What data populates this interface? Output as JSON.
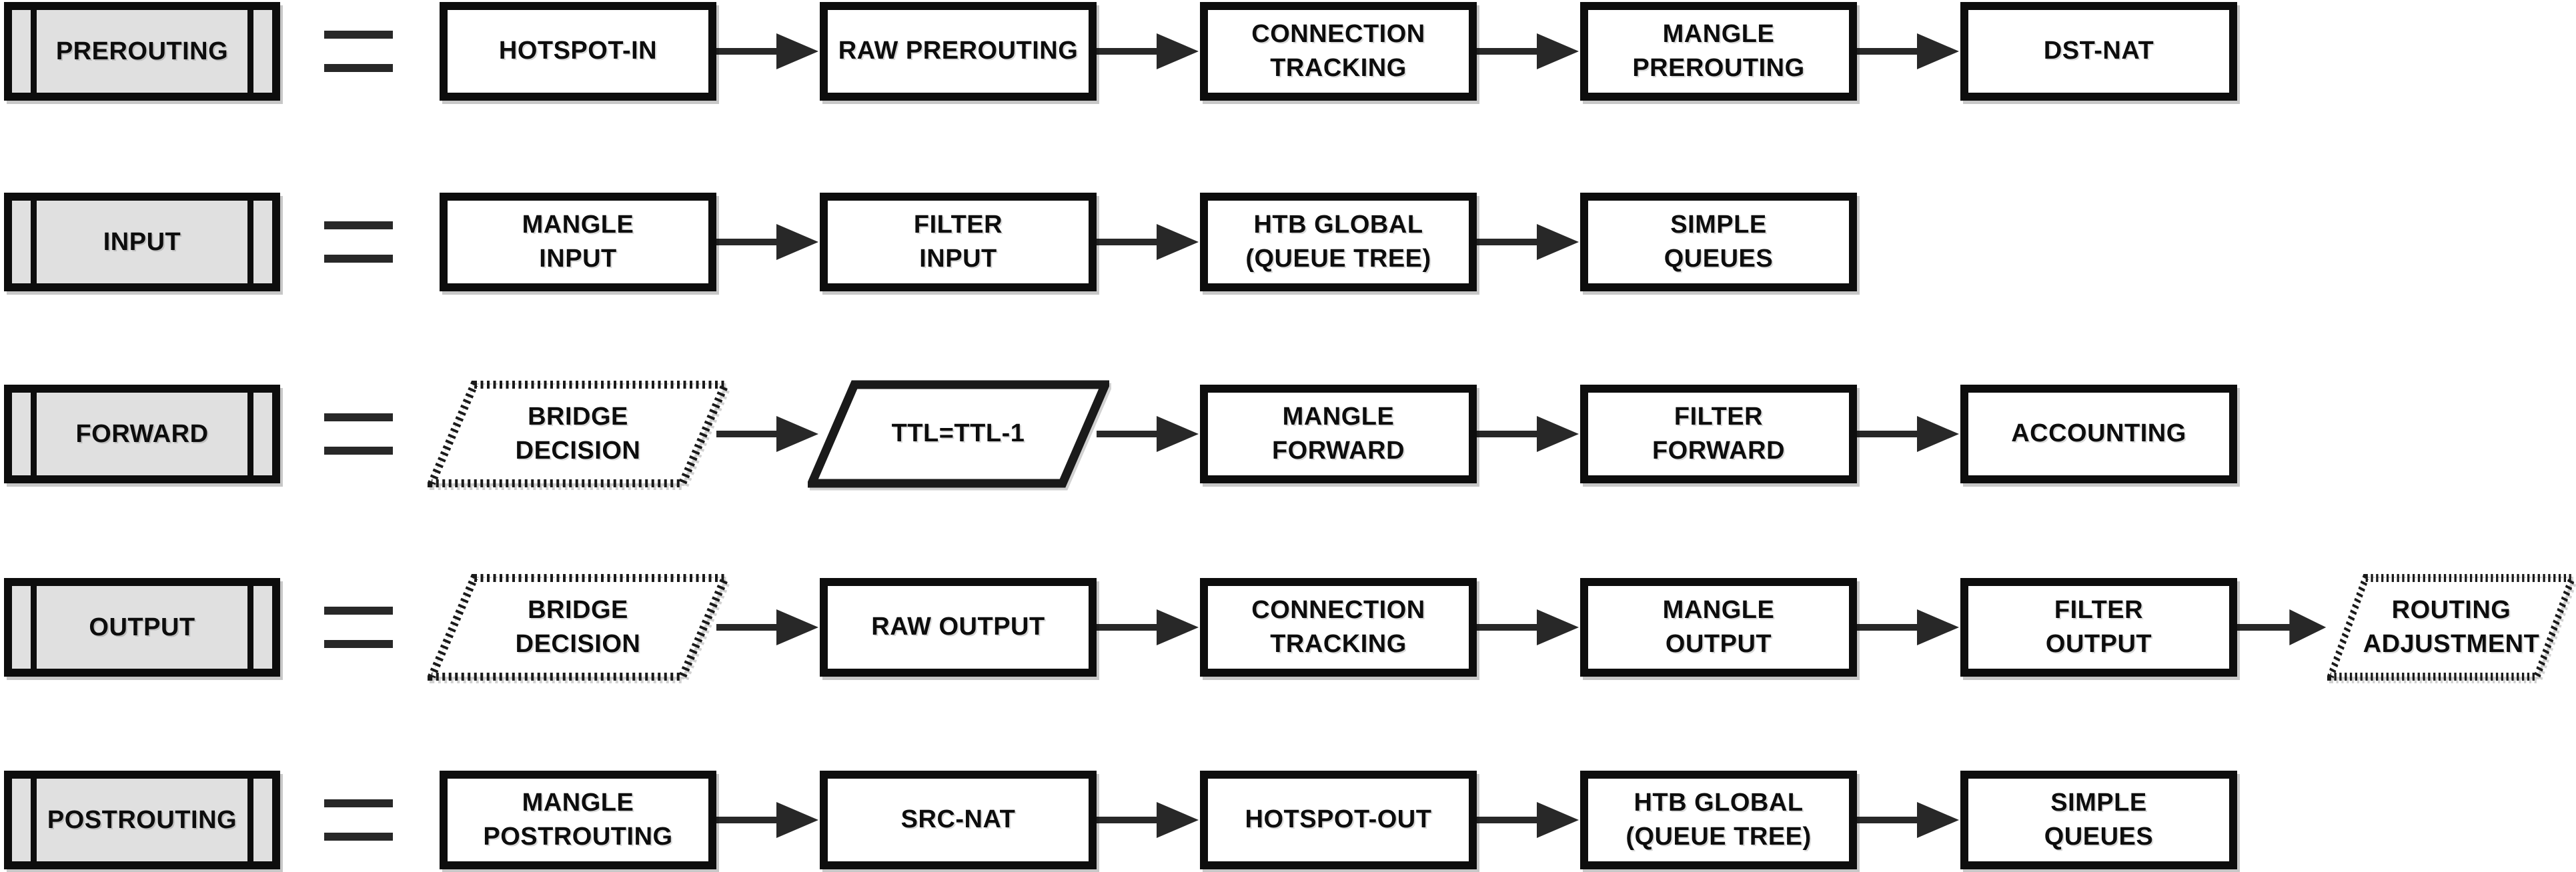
{
  "diagram": {
    "colors": {
      "background": "#ffffff",
      "chain_fill": "#e0e0e0",
      "node_fill": "#ffffff",
      "border": "#0d0d0d",
      "arrow": "#282828"
    },
    "equals_symbol": "=",
    "rows": [
      {
        "chain": "PREROUTING",
        "nodes": [
          {
            "label": "HOTSPOT-IN",
            "shape": "box"
          },
          {
            "label": "RAW PREROUTING",
            "shape": "box"
          },
          {
            "label": "CONNECTION\nTRACKING",
            "shape": "box"
          },
          {
            "label": "MANGLE\nPREROUTING",
            "shape": "box"
          },
          {
            "label": "DST-NAT",
            "shape": "box"
          }
        ]
      },
      {
        "chain": "INPUT",
        "nodes": [
          {
            "label": "MANGLE\nINPUT",
            "shape": "box"
          },
          {
            "label": "FILTER\nINPUT",
            "shape": "box"
          },
          {
            "label": "HTB GLOBAL\n(QUEUE TREE)",
            "shape": "box"
          },
          {
            "label": "SIMPLE\nQUEUES",
            "shape": "box"
          }
        ]
      },
      {
        "chain": "FORWARD",
        "nodes": [
          {
            "label": "BRIDGE\nDECISION",
            "shape": "dashed-parallelogram"
          },
          {
            "label": "TTL=TTL-1",
            "shape": "parallelogram"
          },
          {
            "label": "MANGLE\nFORWARD",
            "shape": "box"
          },
          {
            "label": "FILTER\nFORWARD",
            "shape": "box"
          },
          {
            "label": "ACCOUNTING",
            "shape": "box"
          }
        ]
      },
      {
        "chain": "OUTPUT",
        "nodes": [
          {
            "label": "BRIDGE\nDECISION",
            "shape": "dashed-parallelogram"
          },
          {
            "label": "RAW OUTPUT",
            "shape": "box"
          },
          {
            "label": "CONNECTION\nTRACKING",
            "shape": "box"
          },
          {
            "label": "MANGLE\nOUTPUT",
            "shape": "box"
          },
          {
            "label": "FILTER\nOUTPUT",
            "shape": "box"
          },
          {
            "label": "ROUTING\nADJUSTMENT",
            "shape": "dashed-parallelogram"
          }
        ]
      },
      {
        "chain": "POSTROUTING",
        "nodes": [
          {
            "label": "MANGLE\nPOSTROUTING",
            "shape": "box"
          },
          {
            "label": "SRC-NAT",
            "shape": "box"
          },
          {
            "label": "HOTSPOT-OUT",
            "shape": "box"
          },
          {
            "label": "HTB GLOBAL\n(QUEUE TREE)",
            "shape": "box"
          },
          {
            "label": "SIMPLE\nQUEUES",
            "shape": "box"
          }
        ]
      }
    ]
  }
}
